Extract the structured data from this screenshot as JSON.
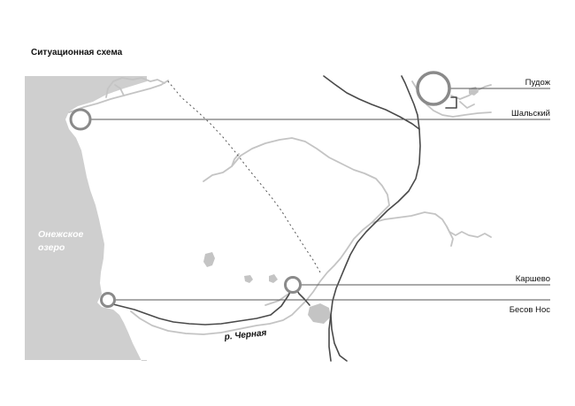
{
  "map": {
    "title": "Ситуационная схема",
    "lake_label_line1": "Онежское",
    "lake_label_line2": "озеро",
    "river_label": "р. Черная",
    "places": {
      "pudozh": "Пудож",
      "shalsky": "Шальский",
      "karshevo": "Каршево",
      "besov_nos": "Бесов Нос"
    },
    "colors": {
      "lake": "#cfcfcf",
      "river": "#c4c4c4",
      "road": "#4a4a4a",
      "marker": "#8a8a8a",
      "leader_line": "#555555"
    }
  }
}
